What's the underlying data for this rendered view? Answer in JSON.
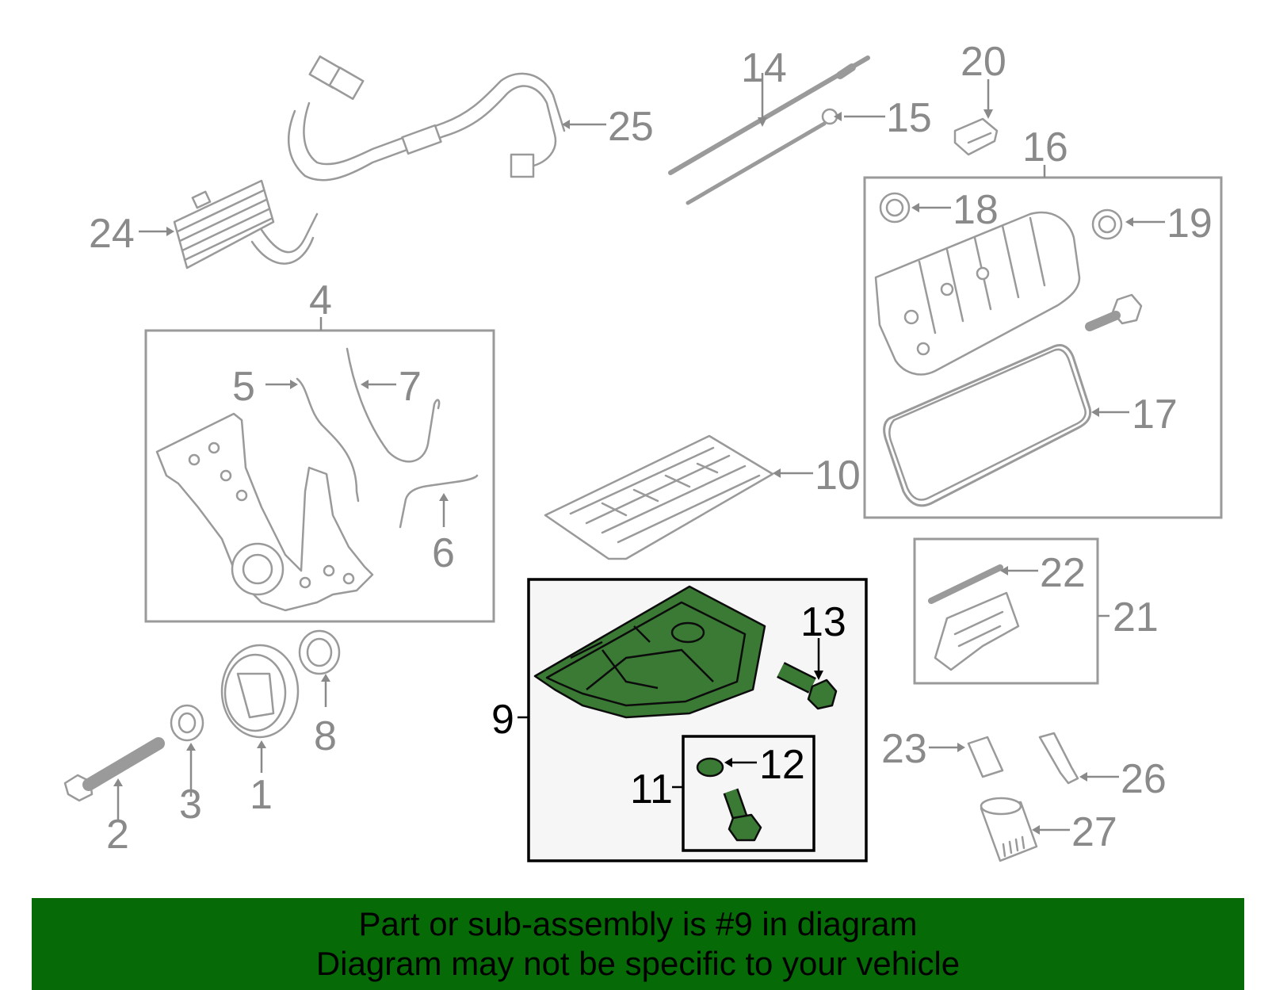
{
  "callouts": {
    "c1": "1",
    "c2": "2",
    "c3": "3",
    "c4": "4",
    "c5": "5",
    "c6": "6",
    "c7": "7",
    "c8": "8",
    "c9": "9",
    "c10": "10",
    "c11": "11",
    "c12": "12",
    "c13": "13",
    "c14": "14",
    "c15": "15",
    "c16": "16",
    "c17": "17",
    "c18": "18",
    "c19": "19",
    "c20": "20",
    "c21": "21",
    "c22": "22",
    "c23": "23",
    "c24": "24",
    "c25": "25",
    "c26": "26",
    "c27": "27"
  },
  "highlight": {
    "part": "9",
    "fill_color": "#3b7a35",
    "box_border_color": "#000000"
  },
  "banner": {
    "line1": "Part or sub-assembly is #9 in diagram",
    "line2": "Diagram may not be specific to your vehicle",
    "background_color": "#066a06"
  }
}
